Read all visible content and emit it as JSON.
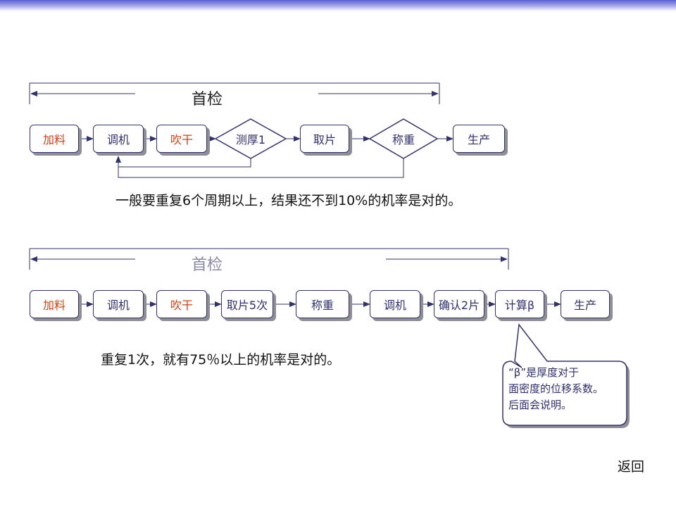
{
  "diagram1": {
    "label": "首检",
    "nodes": [
      "加料",
      "调机",
      "吹干",
      "测厚1",
      "取片",
      "称重",
      "生产"
    ],
    "note": "一般要重复6个周期以上，结果还不到10%的机率是对的。"
  },
  "diagram2": {
    "label": "首检",
    "nodes": [
      "加料",
      "调机",
      "吹干",
      "取片5次",
      "称重",
      "调机",
      "确认2片",
      "计算β",
      "生产"
    ],
    "note": "重复1次，就有75％以上的机率是对的。",
    "callout": [
      "“β”是厚度对于",
      "面密度的位移系数。",
      "后面会说明。"
    ]
  },
  "back_label": "返回",
  "colors": {
    "accent_red": "#d2400f",
    "node_text": "#2f2f6e",
    "line": "#33336b",
    "shadow": "#8e8e97"
  }
}
